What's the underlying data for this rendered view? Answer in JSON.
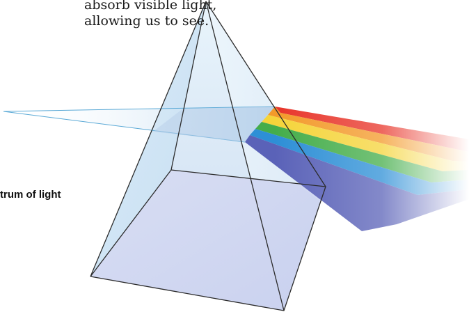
{
  "caption": {
    "line1": "absorb visible light,",
    "line2": "allowing us to see."
  },
  "label": {
    "spectrum": "trum of light"
  },
  "colors": {
    "beam": [
      "#e8352a",
      "#f39a2a",
      "#f5d43a",
      "#44ad4a",
      "#2d8fd6",
      "#5a62b8"
    ],
    "prism_outline": "#2b2b2b",
    "incoming_light": "#5aa9d6"
  }
}
